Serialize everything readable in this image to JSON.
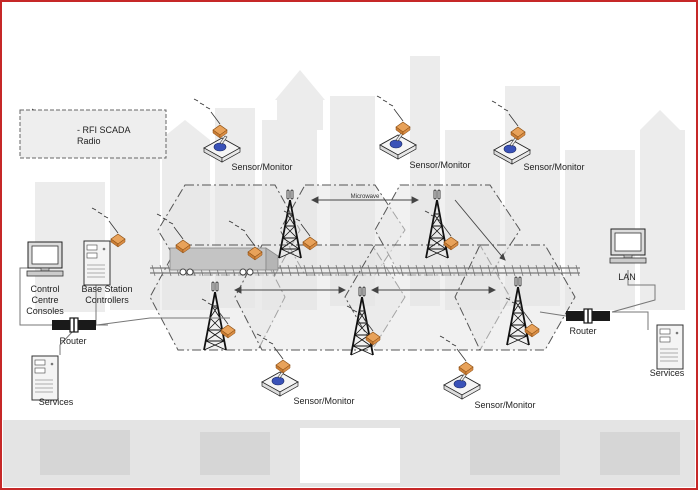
{
  "legend": {
    "line1": "- RFI SCADA",
    "line2": "Radio"
  },
  "labels": {
    "sensor_monitor": "Sensor/Monitor",
    "microwave": "Microwave",
    "lan": "LAN",
    "router": "Router",
    "services": "Services",
    "control_centre_1": "Control",
    "control_centre_2": "Centre",
    "control_centre_3": "Consoles",
    "base_station_1": "Base Station",
    "base_station_2": "Controllers"
  },
  "colors": {
    "frame": "#c62828",
    "radio": "#e8a25a",
    "radio_stroke": "#8a4d12",
    "sensor_eye": "#3a52b8",
    "router": "#1a1a1a",
    "skyline": "#ececec",
    "ground": "#e4e4e4",
    "line": "#555555"
  },
  "icons": [
    "radio-icon",
    "sensor-monitor-icon",
    "tower-icon",
    "computer-icon",
    "server-icon",
    "router-icon",
    "vehicle-icon"
  ]
}
